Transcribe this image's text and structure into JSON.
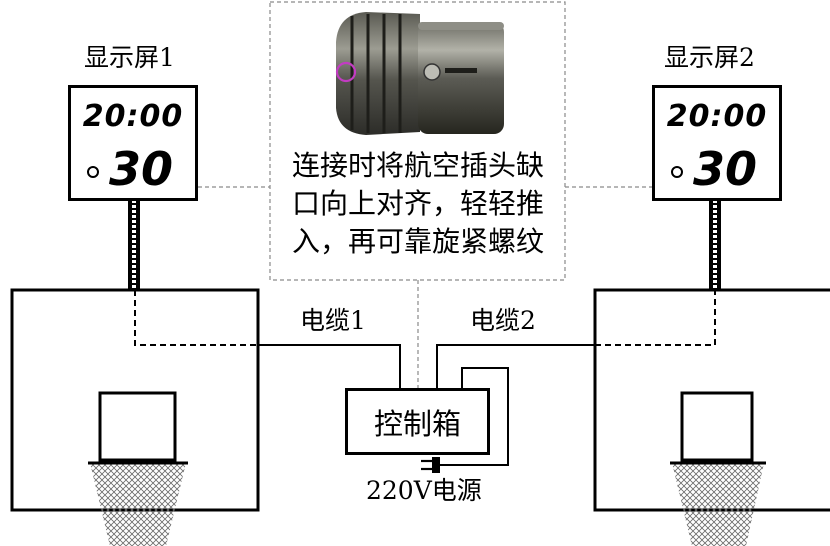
{
  "display1": {
    "label": "显示屏1",
    "time": "20:00",
    "shot": "30"
  },
  "display2": {
    "label": "显示屏2",
    "time": "20:00",
    "shot": "30"
  },
  "note": {
    "lines": [
      "连接时将航空插头缺",
      "口向上对齐，轻轻推",
      "入，再可靠旋紧螺纹"
    ]
  },
  "cable1": {
    "label": "电缆1"
  },
  "cable2": {
    "label": "电缆2"
  },
  "control_box": {
    "label": "控制箱"
  },
  "power": {
    "label": "220V电源"
  },
  "colors": {
    "line": "#000000",
    "guide": "#8a8a8a",
    "marker": "#c23cc2"
  }
}
